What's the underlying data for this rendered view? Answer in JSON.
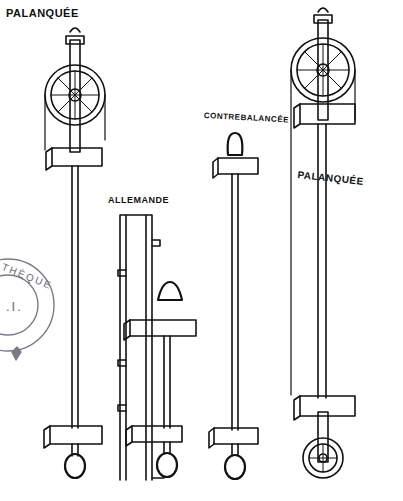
{
  "diagram": {
    "labels": [
      "PALANQUÉE",
      "ALLEMANDE",
      "CONTREBALANCÉE",
      "PALANQUÉE",
      "THÈQUE",
      ".I."
    ]
  }
}
